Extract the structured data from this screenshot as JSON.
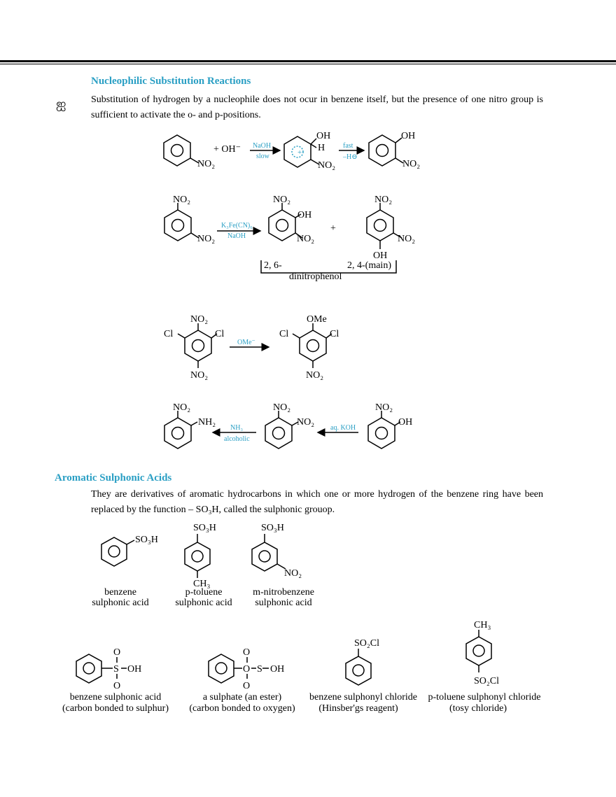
{
  "headings": {
    "nucleophilic": "Nucleophilic Substitution Reactions",
    "sulphonic": "Aromatic Sulphonic Acids"
  },
  "bullet_glyph": "ஐ",
  "para1": "Substitution of hydrogen by a nucleophile does not ocur in benzene itself, but the presence of one nitro group is sufficient to activate the o- and p-positions.",
  "para2": "They are derivatives of aromatic hydrocarbons in which one or more hydrogen of the benzene ring have been replaced by the function – SO₃H, called the sulphonic grouop.",
  "r1": {
    "reagent": "+ OH⁻",
    "cond_top": "NaOH",
    "cond_bottom": "slow",
    "cond2_top": "fast",
    "cond2_bottom": "–H⊖"
  },
  "r2": {
    "cond_top": "K₃Fe(CN)₆",
    "cond_bottom": "NaOH",
    "plus": "+",
    "bracket_left": "2, 6-",
    "bracket_right": "2, 4-(main)",
    "bracket_label": "dinitrophenol"
  },
  "r3": {
    "cond": "OMe⁻"
  },
  "r4": {
    "cond_top": "NH₃",
    "cond_bottom": "alcoholic",
    "cond2": "aq. KOH"
  },
  "groups": {
    "no2": "NO₂",
    "oh": "OH",
    "h": "H",
    "cl": "Cl",
    "ome": "OMe",
    "nh2": "NH₂",
    "so3h": "SO₃H",
    "ch3": "CH₃",
    "so2cl": "SO₂Cl",
    "o": "O",
    "s": "S"
  },
  "captions": {
    "c1a": "benzene",
    "c1b": "sulphonic acid",
    "c2a": "p-toluene",
    "c2b": "sulphonic acid",
    "c3a": "m-nitrobenzene",
    "c3b": "sulphonic acid",
    "d1a": "benzene sulphonic acid",
    "d1b": "(carbon bonded to sulphur)",
    "d2a": "a sulphate (an ester)",
    "d2b": "(carbon bonded to oxygen)",
    "d3a": "benzene sulphonyl chloride",
    "d3b": "(Hinsber'gs reagent)",
    "d4a": "p-toluene sulphonyl chloride",
    "d4b": "(tosy chloride)"
  },
  "colors": {
    "heading": "#2a9fc4",
    "condition_text": "#2a9fc4"
  }
}
